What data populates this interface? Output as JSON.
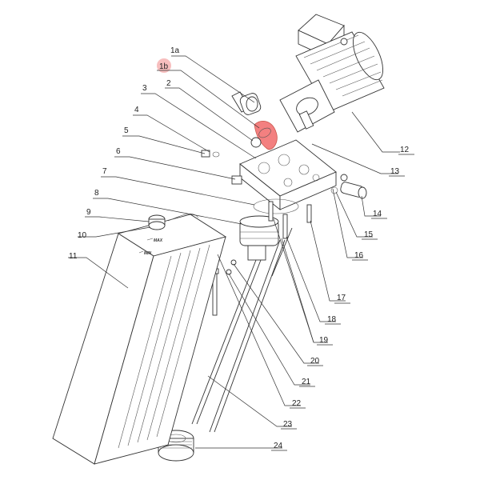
{
  "labels": {
    "l1a": "1a",
    "l1b": "1b",
    "l2": "2",
    "l3": "3",
    "l4": "4",
    "l5": "5",
    "l6": "6",
    "l7": "7",
    "l8": "8",
    "l9": "9",
    "l10": "10",
    "l11": "11",
    "l12": "12",
    "l13": "13",
    "l14": "14",
    "l15": "15",
    "l16": "16",
    "l17": "17",
    "l18": "18",
    "l19": "19",
    "l20": "20",
    "l21": "21",
    "l22": "22",
    "l23": "23",
    "l24": "24"
  },
  "tank_markings": {
    "max": "MAX",
    "min": "MIN"
  },
  "colors": {
    "highlight": "#f26b6b"
  }
}
